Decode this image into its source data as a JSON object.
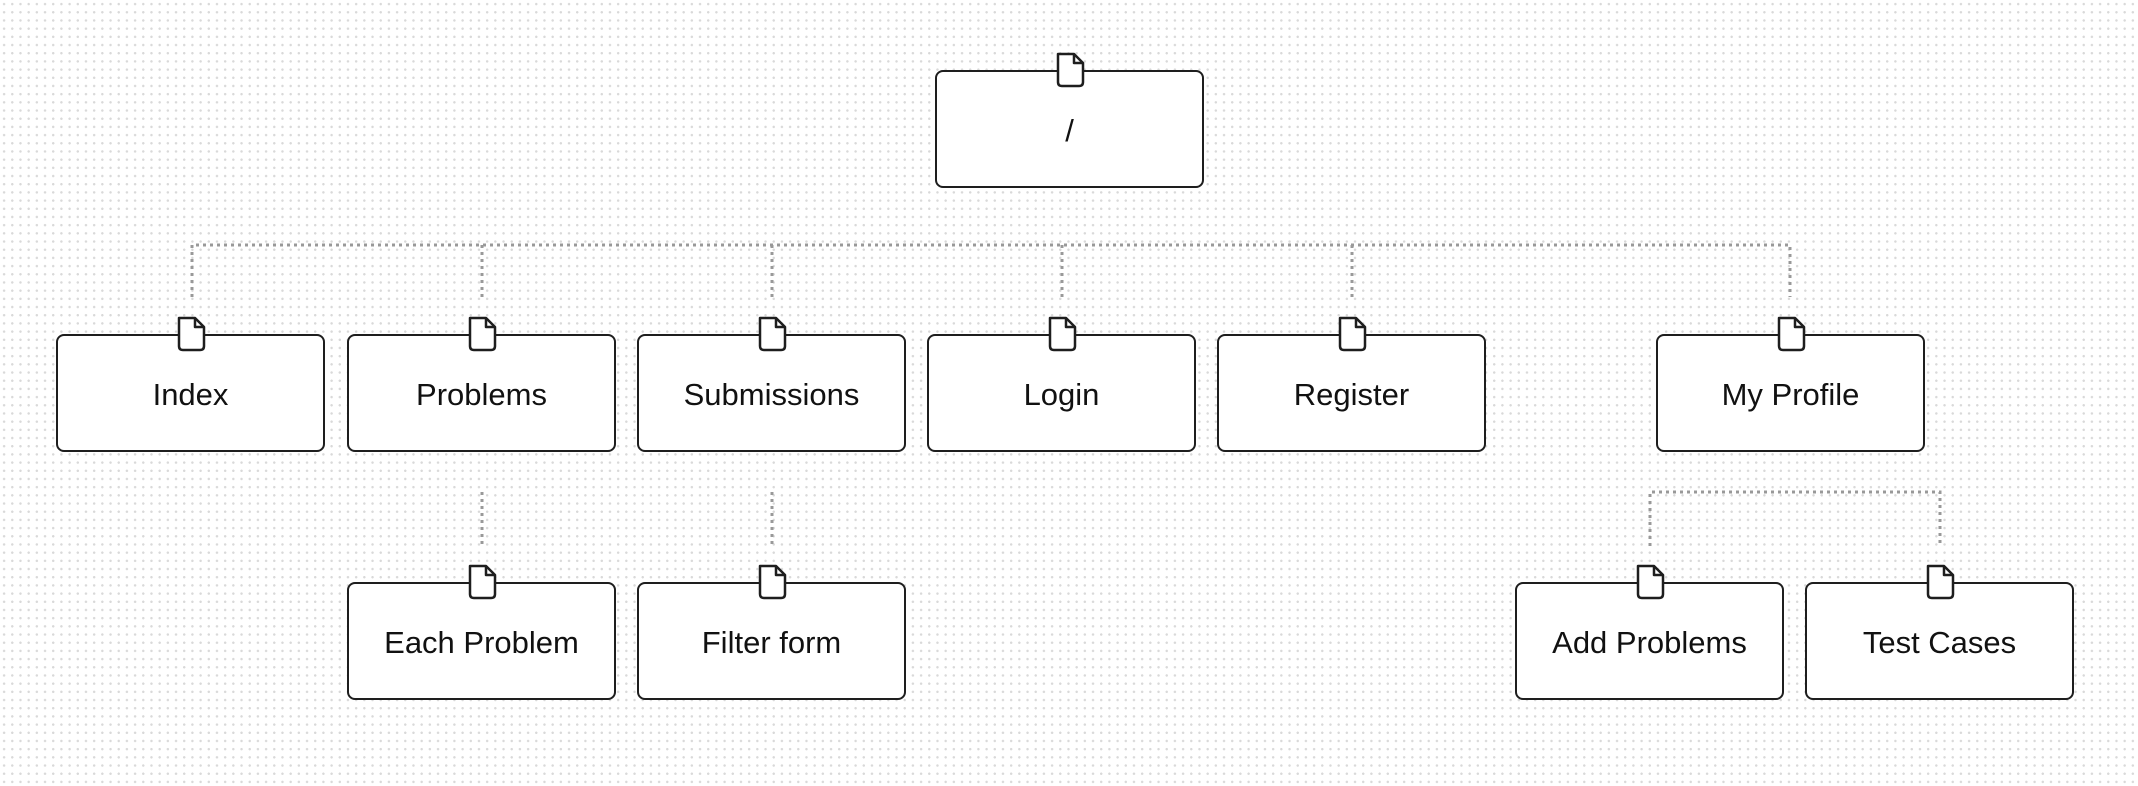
{
  "diagram": {
    "root": {
      "label": "/"
    },
    "pages": {
      "index": {
        "label": "Index"
      },
      "problems": {
        "label": "Problems"
      },
      "submissions": {
        "label": "Submissions"
      },
      "login": {
        "label": "Login"
      },
      "register": {
        "label": "Register"
      },
      "my_profile": {
        "label": "My Profile"
      },
      "each_problem": {
        "label": "Each Problem"
      },
      "filter_form": {
        "label": "Filter form"
      },
      "add_problems": {
        "label": "Add Problems"
      },
      "test_cases": {
        "label": "Test Cases"
      }
    },
    "edges": [
      [
        "root",
        "index"
      ],
      [
        "root",
        "problems"
      ],
      [
        "root",
        "submissions"
      ],
      [
        "root",
        "login"
      ],
      [
        "root",
        "register"
      ],
      [
        "root",
        "my_profile"
      ],
      [
        "problems",
        "each_problem"
      ],
      [
        "submissions",
        "filter_form"
      ],
      [
        "my_profile",
        "add_problems"
      ],
      [
        "my_profile",
        "test_cases"
      ]
    ],
    "colors": {
      "node_border": "#1e1e1e",
      "connector": "#999999",
      "background_dot": "#d9d9d9"
    },
    "icon": "page-icon"
  }
}
